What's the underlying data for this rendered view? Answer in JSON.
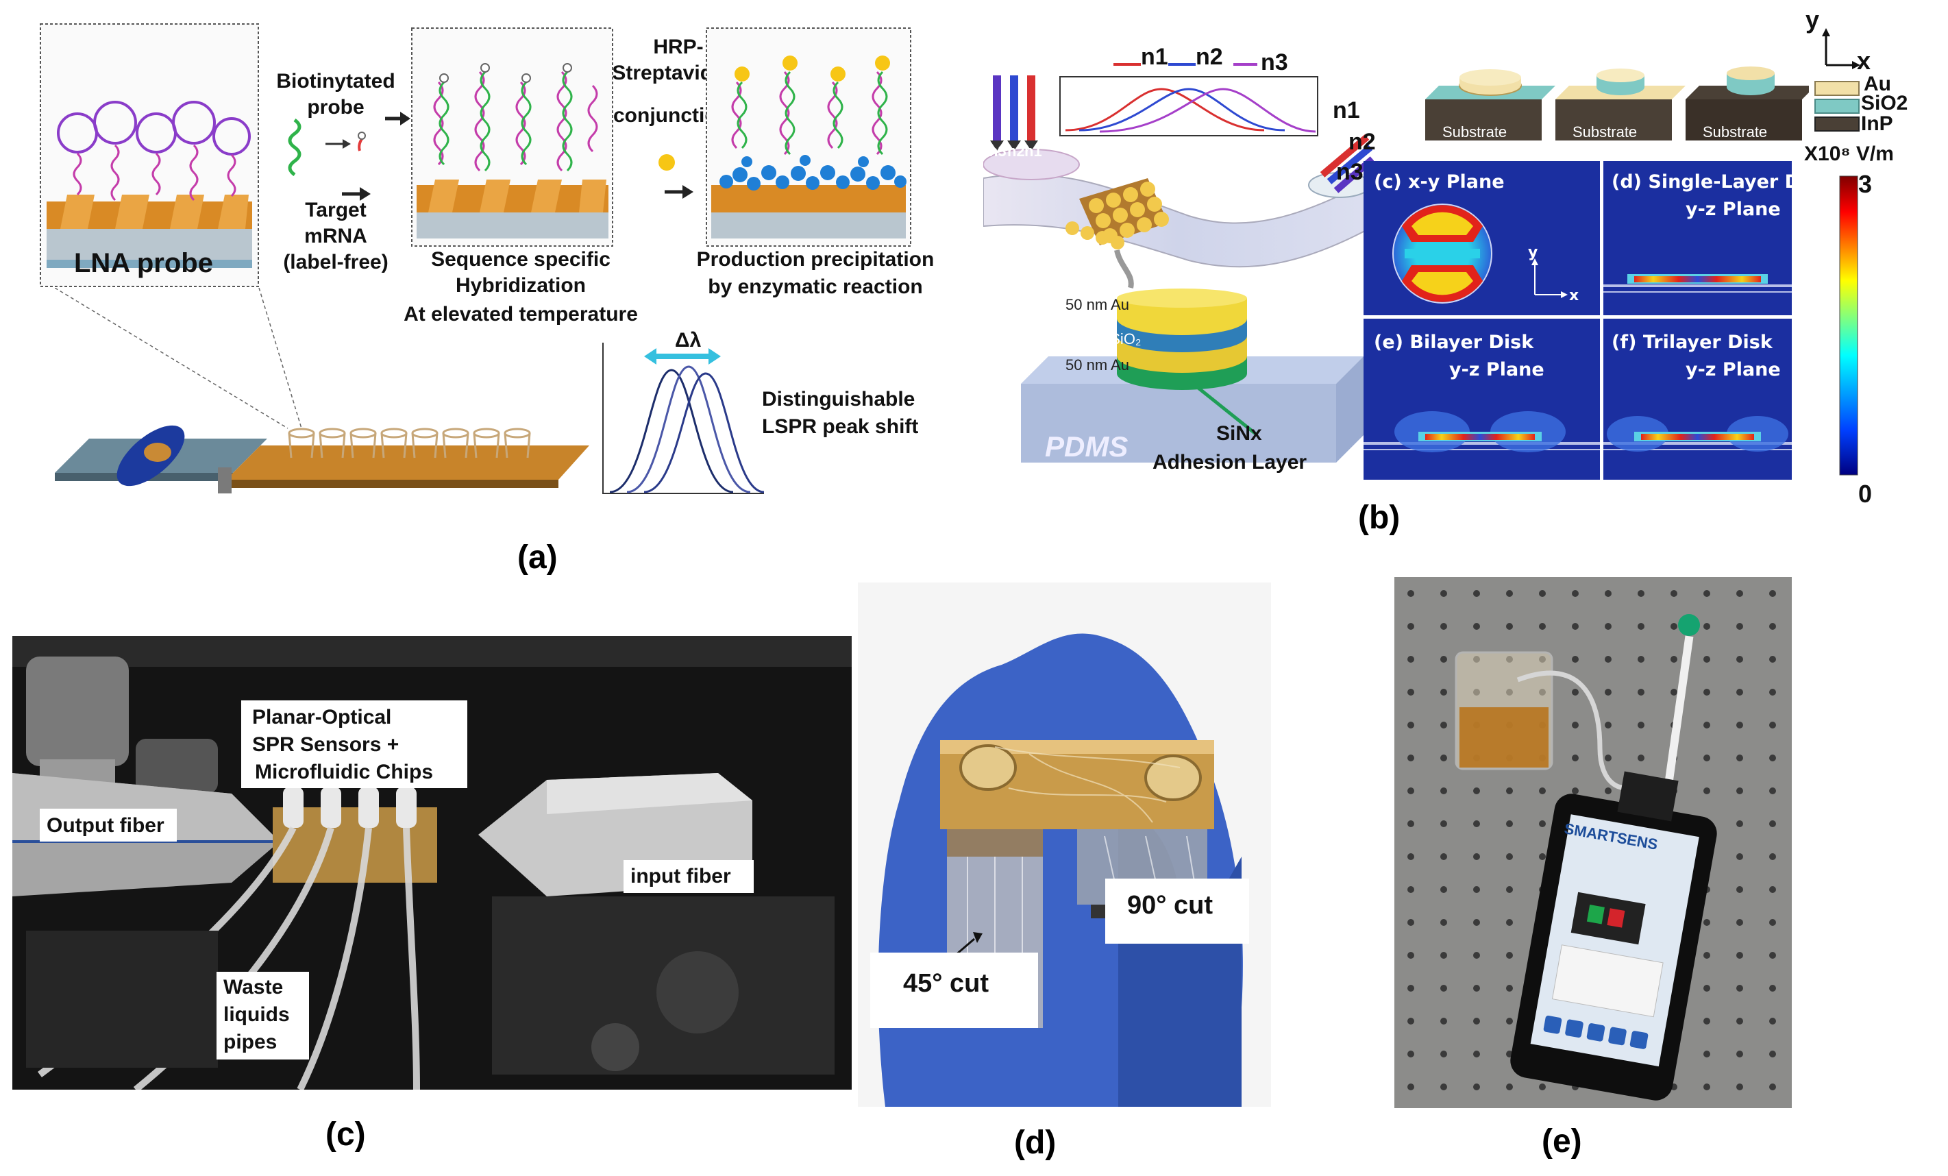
{
  "panel_a": {
    "label": "(a)",
    "lna_probe": "LNA probe",
    "biotinylated_probe": [
      "Biotinytated",
      "probe"
    ],
    "target_mrna": [
      "Target",
      "mRNA",
      "(label-free)"
    ],
    "hybridization": [
      "Sequence specific",
      "Hybridization",
      "At elevated temperature"
    ],
    "hrp": [
      "HRP-",
      "Streptavidin",
      "conjunction"
    ],
    "precipitation": [
      "Production precipitation",
      "by enzymatic reaction"
    ],
    "delta_lambda": "Δλ",
    "lspr_shift": [
      "Distinguishable",
      "LSPR peak shift"
    ]
  },
  "panel_b": {
    "label": "(b)",
    "n1": "n1",
    "n2": "n2",
    "n3": "n3",
    "beam_labels": [
      "n3",
      "n2",
      "n1"
    ],
    "layer_au": "50 nm Au",
    "layer_sio2": "60 nm SiO₂",
    "layer_au2": "50 nm Au",
    "pdms": "PDMS",
    "sinx": "SiNx",
    "adhesion": "Adhesion Layer",
    "substrate": "Substrate",
    "axis_y": "y",
    "axis_x": "x",
    "legend_items": [
      "Au",
      "SiO2",
      "InP"
    ],
    "colorbar_unit": "X10⁸ V/m",
    "colorbar_max": "3",
    "colorbar_min": "0",
    "fields": [
      {
        "title1": "(c)  x-y Plane",
        "title2": ""
      },
      {
        "title1": "(d)  Single-Layer Disk",
        "title2": "y-z Plane"
      },
      {
        "title1": "(e)  Bilayer Disk",
        "title2": "y-z Plane"
      },
      {
        "title1": "(f)  Trilayer Disk",
        "title2": "y-z Plane"
      }
    ],
    "colors": {
      "au": "#f2e0a8",
      "sio2": "#7fc9c4",
      "inp": "#4a4036",
      "field_bg": "#1b2fa0"
    }
  },
  "panel_c": {
    "label": "(c)",
    "sensors": [
      "Planar-Optical",
      "SPR Sensors +",
      "Microfluidic Chips"
    ],
    "output_fiber": "Output fiber",
    "input_fiber": "input fiber",
    "waste": [
      "Waste",
      "liquids",
      "pipes"
    ]
  },
  "panel_d": {
    "label": "(d)",
    "cut_90": "90° cut",
    "cut_45": "45° cut"
  },
  "panel_e": {
    "label": "(e)",
    "app_name": "SMARTSENS"
  }
}
